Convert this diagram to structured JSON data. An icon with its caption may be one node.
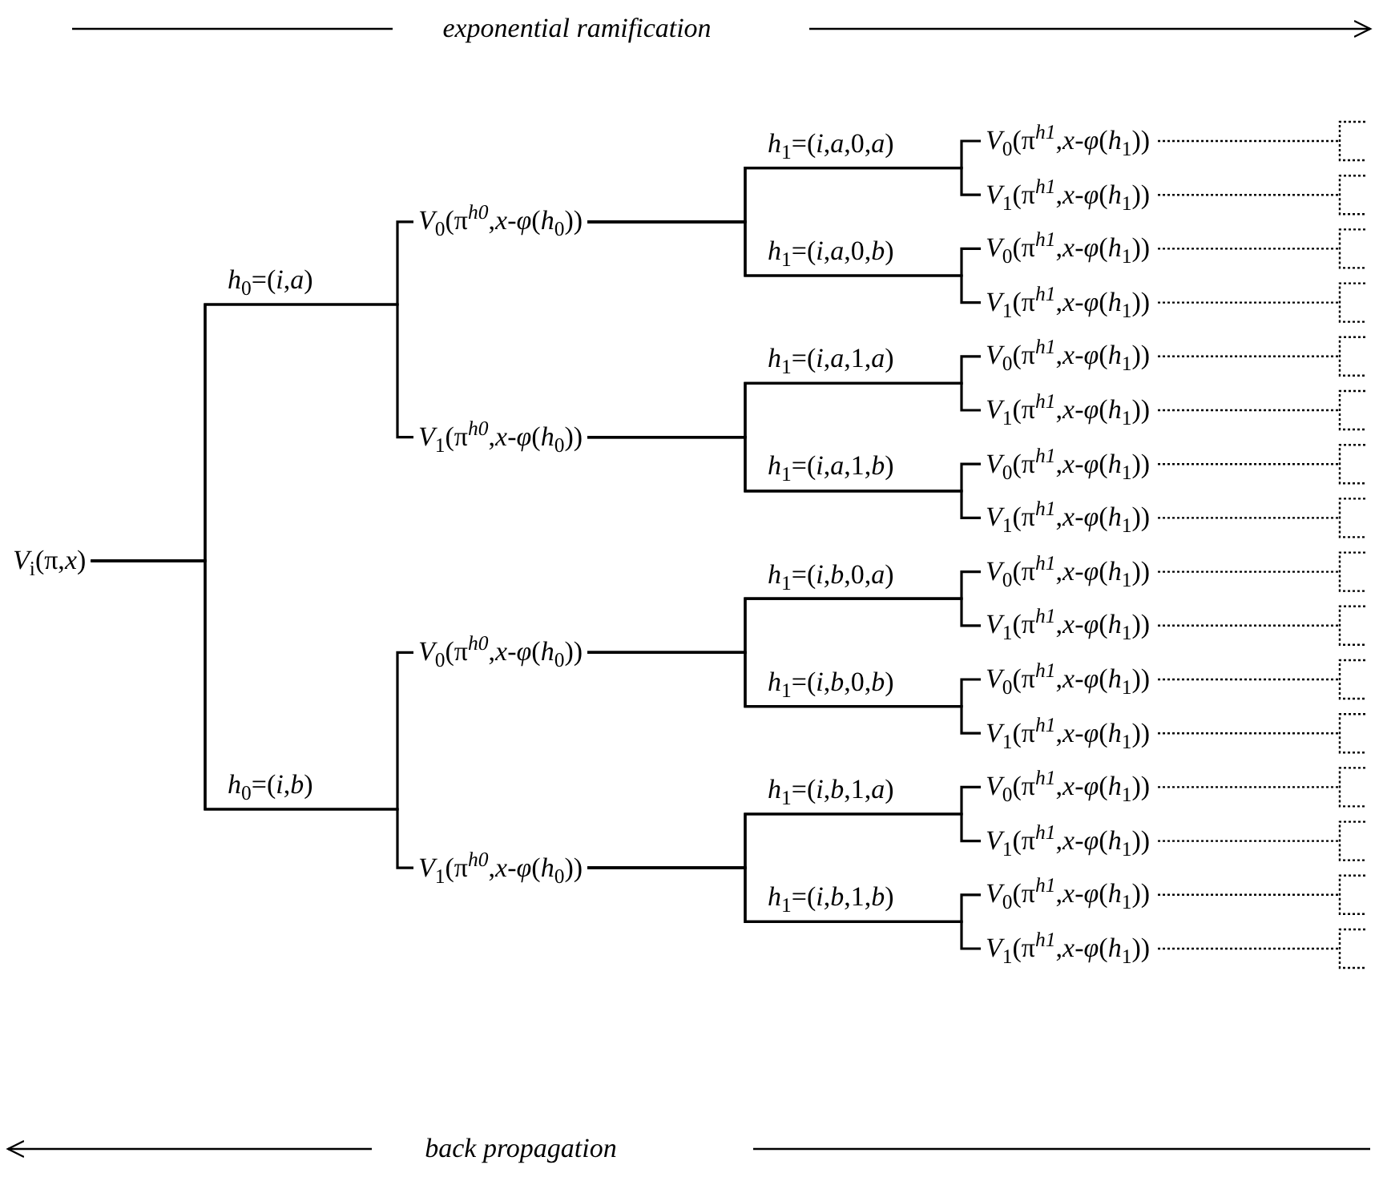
{
  "diagram": {
    "nodes": [
      {
        "text": [
          "*V*$_{i}$(π,*x*)"
        ]
      },
      {
        "text": [
          "*V*$_{0}$(π$^{h0}$,*x*-*φ*(*h*$_{0}$))"
        ]
      },
      {
        "text": [
          "*V*$_{0}$(π$^{h1}$,*x*-*φ*(*h*$_{1}$))"
        ]
      },
      {
        "text": [
          "*V*$_{1}$(π$^{h1}$,*x*-*φ*(*h*$_{1}$))"
        ]
      },
      {
        "text": [
          "*V*$_{0}$(π$^{h1}$,*x*-*φ*(*h*$_{1}$))"
        ]
      },
      {
        "text": [
          "*V*$_{1}$(π$^{h1}$,*x*-*φ*(*h*$_{1}$))"
        ]
      },
      {
        "text": [
          "*V*$_{1}$(π$^{h0}$,*x*-*φ*(*h*$_{0}$))"
        ]
      },
      {
        "text": [
          "*V*$_{0}$(π$^{h1}$,*x*-*φ*(*h*$_{1}$))"
        ]
      },
      {
        "text": [
          "*V*$_{1}$(π$^{h1}$,*x*-*φ*(*h*$_{1}$))"
        ]
      },
      {
        "text": [
          "*V*$_{0}$(π$^{h1}$,*x*-*φ*(*h*$_{1}$))"
        ]
      },
      {
        "text": [
          "*V*$_{1}$(π$^{h1}$,*x*-*φ*(*h*$_{1}$))"
        ]
      },
      {
        "text": [
          "*V*$_{0}$(π$^{h0}$,*x*-*φ*(*h*$_{0}$))"
        ]
      },
      {
        "text": [
          "*V*$_{0}$(π$^{h1}$,*x*-*φ*(*h*$_{1}$))"
        ]
      },
      {
        "text": [
          "*V*$_{1}$(π$^{h1}$,*x*-*φ*(*h*$_{1}$))"
        ]
      },
      {
        "text": [
          "*V*$_{0}$(π$^{h1}$,*x*-*φ*(*h*$_{1}$))"
        ]
      },
      {
        "text": [
          "*V*$_{1}$(π$^{h1}$,*x*-*φ*(*h*$_{1}$))"
        ]
      },
      {
        "text": [
          "*V*$_{1}$(π$^{h0}$,*x*-*φ*(*h*$_{0}$))"
        ]
      },
      {
        "text": [
          "*V*$_{0}$(π$^{h1}$,*x*-*φ*(*h*$_{1}$))"
        ]
      },
      {
        "text": [
          "*V*$_{1}$(π$^{h1}$,*x*-*φ*(*h*$_{1}$))"
        ]
      },
      {
        "text": [
          "*V*$_{0}$(π$^{h1}$,*x*-*φ*(*h*$_{1}$))"
        ]
      },
      {
        "text": [
          "*V*$_{1}$(π$^{h1}$,*x*-*φ*(*h*$_{1}$))"
        ]
      }
    ],
    "edges": [
      {
        "from": 0,
        "to": 1,
        "arrow": "none",
        "label": "*h*$_{0}$=(*i*,*a*)"
      },
      {
        "from": 0,
        "to": 6,
        "arrow": "none"
      },
      {
        "from": 0,
        "to": 11,
        "arrow": "none",
        "label": "*h*$_{0}$=(*i*,*b*)"
      },
      {
        "from": 0,
        "to": 16,
        "arrow": "none"
      },
      {
        "from": 1,
        "to": 2,
        "arrow": "none",
        "label": "*h*$_{1}$=(*i*,*a*,0,*a*)"
      },
      {
        "from": 1,
        "to": 3,
        "arrow": "none"
      },
      {
        "from": 1,
        "to": 4,
        "arrow": "none",
        "label": "*h*$_{1}$=(*i*,*a*,0,*b*)"
      },
      {
        "from": 1,
        "to": 5,
        "arrow": "none"
      },
      {
        "from": 6,
        "to": 7,
        "arrow": "none",
        "label": "*h*$_{1}$=(*i*,*a*,1,*a*)"
      },
      {
        "from": 6,
        "to": 8,
        "arrow": "none"
      },
      {
        "from": 6,
        "to": 9,
        "arrow": "none",
        "label": "*h*$_{1}$=(*i*,*a*,1,*b*)"
      },
      {
        "from": 6,
        "to": 10,
        "arrow": "none"
      },
      {
        "from": 11,
        "to": 12,
        "arrow": "none",
        "label": "*h*$_{1}$=(*i*,*b*,0,*a*)"
      },
      {
        "from": 11,
        "to": 13,
        "arrow": "none"
      },
      {
        "from": 11,
        "to": 14,
        "arrow": "none",
        "label": "*h*$_{1}$=(*i*,*b*,0,*b*)"
      },
      {
        "from": 11,
        "to": 15,
        "arrow": "none"
      },
      {
        "from": 16,
        "to": 17,
        "arrow": "none",
        "label": "*h*$_{1}$=(*i*,*b*,1,*a*)"
      },
      {
        "from": 16,
        "to": 18,
        "arrow": "none"
      },
      {
        "from": 16,
        "to": 19,
        "arrow": "none",
        "label": "*h*$_{1}$=(*i*,*b*,1,*b*)"
      },
      {
        "from": 16,
        "to": 20,
        "arrow": "none"
      },
      {
        "from": 2,
        "to": null,
        "arrow": "none",
        "style": "dashed"
      },
      {
        "from": 3,
        "to": null,
        "arrow": "none",
        "style": "dashed"
      },
      {
        "from": 4,
        "to": null,
        "arrow": "none",
        "style": "dashed"
      },
      {
        "from": 5,
        "to": null,
        "arrow": "none",
        "style": "dashed"
      },
      {
        "from": 7,
        "to": null,
        "arrow": "none",
        "style": "dashed"
      },
      {
        "from": 8,
        "to": null,
        "arrow": "none",
        "style": "dashed"
      },
      {
        "from": 9,
        "to": null,
        "arrow": "none",
        "style": "dashed"
      },
      {
        "from": 10,
        "to": null,
        "arrow": "none",
        "style": "dashed"
      },
      {
        "from": 12,
        "to": null,
        "arrow": "none",
        "style": "dashed"
      },
      {
        "from": 13,
        "to": null,
        "arrow": "none",
        "style": "dashed"
      },
      {
        "from": 14,
        "to": null,
        "arrow": "none",
        "style": "dashed"
      },
      {
        "from": 15,
        "to": null,
        "arrow": "none",
        "style": "dashed"
      },
      {
        "from": 17,
        "to": null,
        "arrow": "none",
        "style": "dashed"
      },
      {
        "from": 18,
        "to": null,
        "arrow": "none",
        "style": "dashed"
      },
      {
        "from": 19,
        "to": null,
        "arrow": "none",
        "style": "dashed"
      },
      {
        "from": 20,
        "to": null,
        "arrow": "none",
        "style": "dashed"
      }
    ],
    "labels": [
      "exponential ramification",
      "back propagation"
    ]
  }
}
